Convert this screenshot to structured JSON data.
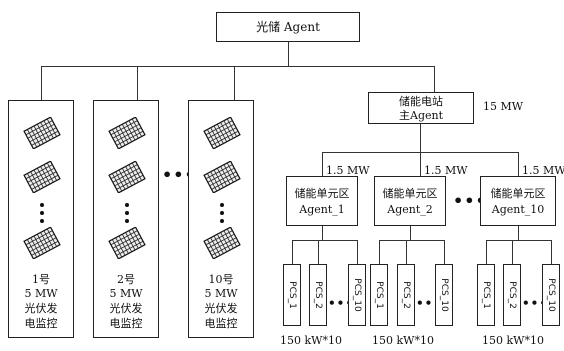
{
  "root": {
    "label": "光储 Agent"
  },
  "pv_stations": [
    {
      "id": "1号",
      "power": "5 MW",
      "name_line1": "光伏发",
      "name_line2": "电监控"
    },
    {
      "id": "2号",
      "power": "5 MW",
      "name_line1": "光伏发",
      "name_line2": "电监控"
    },
    {
      "id": "10号",
      "power": "5 MW",
      "name_line1": "光伏发",
      "name_line2": "电监控"
    }
  ],
  "storage_main": {
    "line1": "储能电站",
    "line2": "主Agent",
    "capacity": "15 MW"
  },
  "storage_units": [
    {
      "line1": "储能单元区",
      "line2": "Agent_1",
      "link_power": "1.5 MW",
      "pcs": [
        "PCS_1",
        "PCS_2",
        "PCS_10"
      ],
      "total": "150 kW*10"
    },
    {
      "line1": "储能单元区",
      "line2": "Agent_2",
      "link_power": "1.5 MW",
      "pcs": [
        "PCS_1",
        "PCS_2",
        "PCS_10"
      ],
      "total": "150 kW*10"
    },
    {
      "line1": "储能单元区",
      "line2": "Agent_10",
      "link_power": "1.5 MW",
      "pcs": [
        "PCS_1",
        "PCS_2",
        "PCS_10"
      ],
      "total": "150 kW*10"
    }
  ],
  "ellipsis": "•••"
}
